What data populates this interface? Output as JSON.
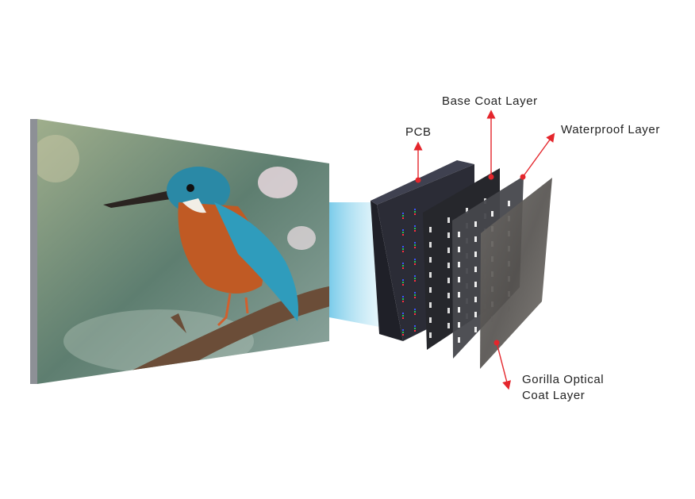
{
  "labels": {
    "pcb": "PCB",
    "base_coat": "Base Coat Layer",
    "waterproof": "Waterproof Layer",
    "gorilla_line1": "Gorilla Optical",
    "gorilla_line2": "Coat Layer"
  },
  "colors": {
    "arrow": "#e4262c",
    "pcb": "#2b2c36",
    "text": "#222222"
  }
}
